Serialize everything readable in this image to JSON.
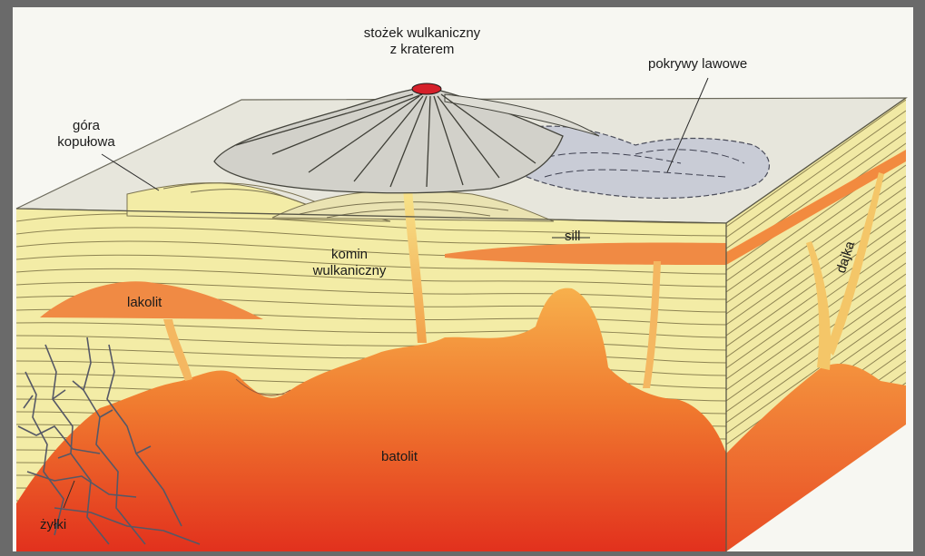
{
  "labels": {
    "volcanic_cone_line1": "stożek wulkaniczny",
    "volcanic_cone_line2": "z kraterem",
    "lava_sheets": "pokrywy lawowe",
    "dome_mountain_line1": "góra",
    "dome_mountain_line2": "kopułowa",
    "sill": "sill",
    "volcanic_pipe_line1": "komin",
    "volcanic_pipe_line2": "wulkaniczny",
    "laccolith": "lakolit",
    "dike": "dajka",
    "batholith": "batolit",
    "veins": "żyłki"
  },
  "colors": {
    "strata": "#f3eca9",
    "strata_line": "#8a7f4a",
    "magma_top": "#f6a046",
    "magma_bottom": "#e5341f",
    "intrusion": "#f08a44",
    "surface": "#e9e8de",
    "cone": "#d4d3cc",
    "crater": "#d5202a",
    "veins": "#5a5a6a"
  }
}
